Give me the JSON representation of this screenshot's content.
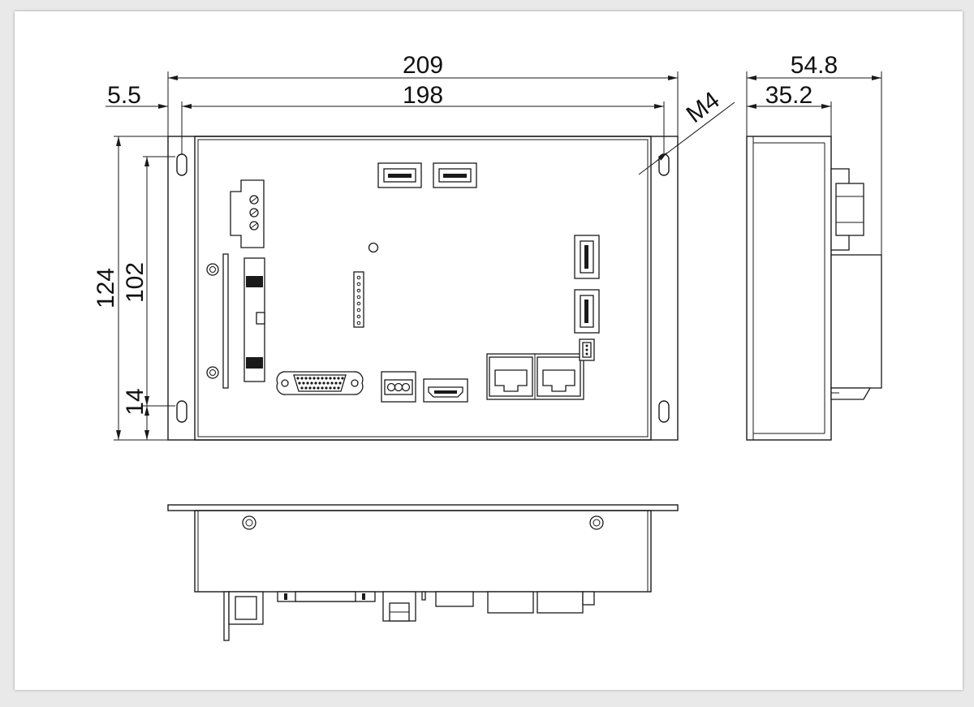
{
  "dimensions": {
    "overall_width": "209",
    "hole_spacing_width": "198",
    "hole_edge_offset": "5.5",
    "overall_height": "124",
    "hole_spacing_height": "102",
    "hole_bottom_offset": "14",
    "mount_screw": "M4",
    "side_depth": "54.8",
    "side_body_depth": "35.2"
  },
  "colors": {
    "line": "#1a1a1a",
    "paper": "#ffffff",
    "backdrop": "#e9e9e9"
  }
}
